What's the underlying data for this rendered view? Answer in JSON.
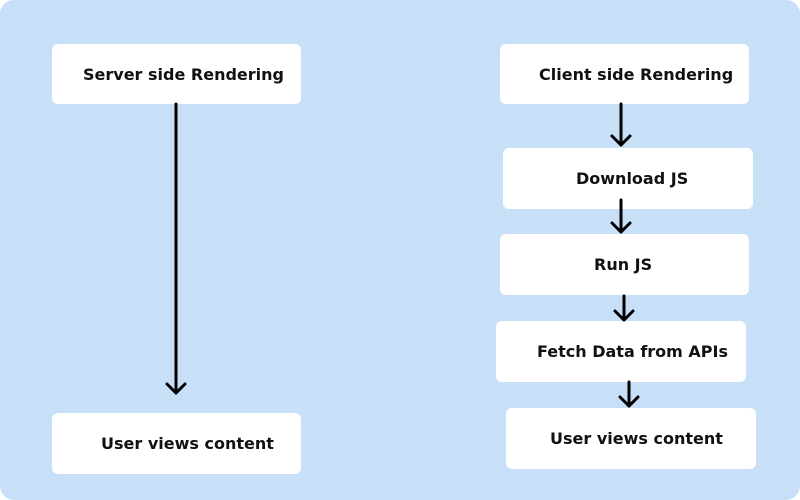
{
  "colors": {
    "background": "#c7e0f7",
    "box": "#ffffff",
    "text": "#111111",
    "arrow": "#000000"
  },
  "server_side": {
    "title": "Server side Rendering",
    "end": "User views content"
  },
  "client_side": {
    "title": "Client side Rendering",
    "steps": [
      "Download JS",
      "Run JS",
      "Fetch Data from APIs"
    ],
    "end": "User views content"
  }
}
